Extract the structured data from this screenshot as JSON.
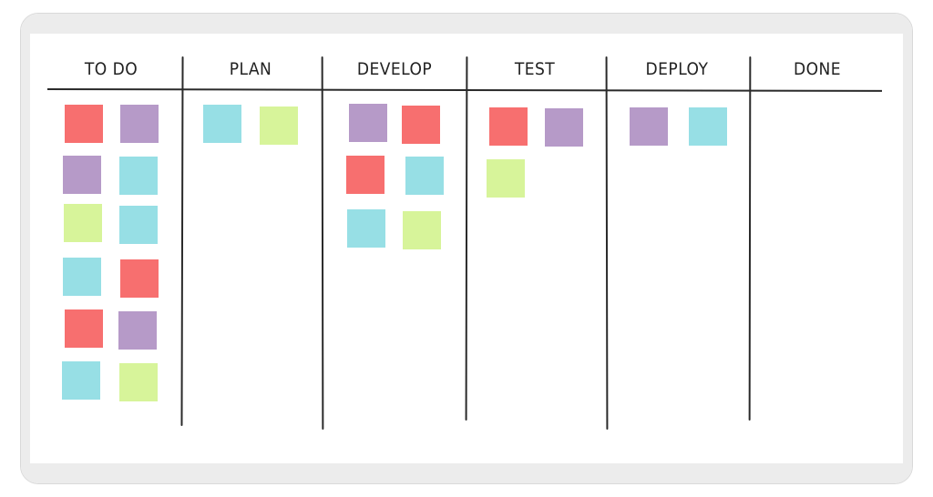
{
  "board": {
    "columns": [
      {
        "title": "TO DO",
        "notes": [
          "red",
          "purple",
          "purple",
          "cyan",
          "green",
          "cyan",
          "cyan",
          "red",
          "red",
          "purple",
          "cyan",
          "green"
        ]
      },
      {
        "title": "PLAN",
        "notes": [
          "cyan",
          "green"
        ]
      },
      {
        "title": "DEVELOP",
        "notes": [
          "purple",
          "red",
          "red",
          "cyan",
          "cyan",
          "green"
        ]
      },
      {
        "title": "TEST",
        "notes": [
          "red",
          "purple",
          "green"
        ]
      },
      {
        "title": "DEPLOY",
        "notes": [
          "purple",
          "cyan"
        ]
      },
      {
        "title": "DONE",
        "notes": []
      }
    ]
  },
  "colors": {
    "red": "#f76f6f",
    "purple": "#b69ac8",
    "cyan": "#97dfe5",
    "green": "#d7f49a",
    "line": "#2a2a2a",
    "frame": "#ececec"
  }
}
